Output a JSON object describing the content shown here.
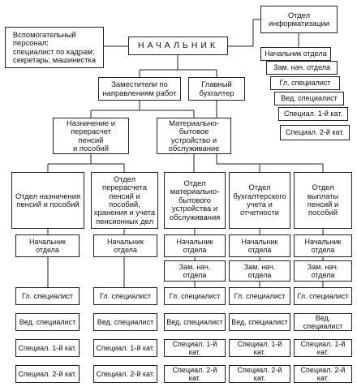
{
  "top": {
    "head": "НАЧАЛЬНИК",
    "aux": "Вспомогательный\nперсонал:\nспециалист по кадрам;\nсекретарь; машинистка",
    "it_dept": "Отдел\nинформатизации",
    "it_staff": [
      "Начальник отдела",
      "Зам. нач. отдела",
      "Гл. специалист",
      "Вед. специалист",
      "Специал. 1-й кат.",
      "Специал. 2-й кат."
    ]
  },
  "second": {
    "deputies": "Заместители по\nнаправлениям работ",
    "chief_accountant": "Главный\nбухгалтер"
  },
  "third": {
    "pensions": "Назначение и\nперерасчет\nпенсий\nи пособий",
    "material": "Материально-\nбытовое\nустройство и\nобслуживание"
  },
  "departments": [
    {
      "name": "Отдел назначения\nпенсий и пособий",
      "staff": [
        "Начальник\nотдела",
        "Гл. специалист",
        "Вед. специалист",
        "Специал. 1-й кат.",
        "Специал. 2-й кат."
      ]
    },
    {
      "name": "Отдел\nперерасчета\nпенсий и пособий,\nхранения и учета\nпенсионных дел",
      "staff": [
        "Начальник\nотдела",
        "Гл. специалист",
        "Вед. специалист",
        "Специал. 1-й кат.",
        "Специал. 2-й кат."
      ]
    },
    {
      "name": "Отдел\nматериально-\nбытового\nустройства и\nобслуживания",
      "staff": [
        "Начальник\nотдела",
        "Зам. нач.\nотдела",
        "Гл. специалист",
        "Вед. специалист",
        "Специал. 1-й кат.",
        "Специал. 2-й кат."
      ]
    },
    {
      "name": "Отдел\nбухгалтерского\nучета и\nотчетности",
      "staff": [
        "Начальник\nотдела",
        "Зам. нач.\nотдела",
        "Гл. специалист",
        "Вед. специалист",
        "Специал. 1-й кат.",
        "Специал. 2-й кат."
      ]
    },
    {
      "name": "Отдел\nвыплаты\nпенсий и\nпособий",
      "staff": [
        "Начальник\nотдела",
        "Зам. нач.\nотдела",
        "Гл. специалист",
        "Вед. специалист",
        "Специал. 1-й кат.",
        "Специал. 2-й кат."
      ]
    }
  ]
}
